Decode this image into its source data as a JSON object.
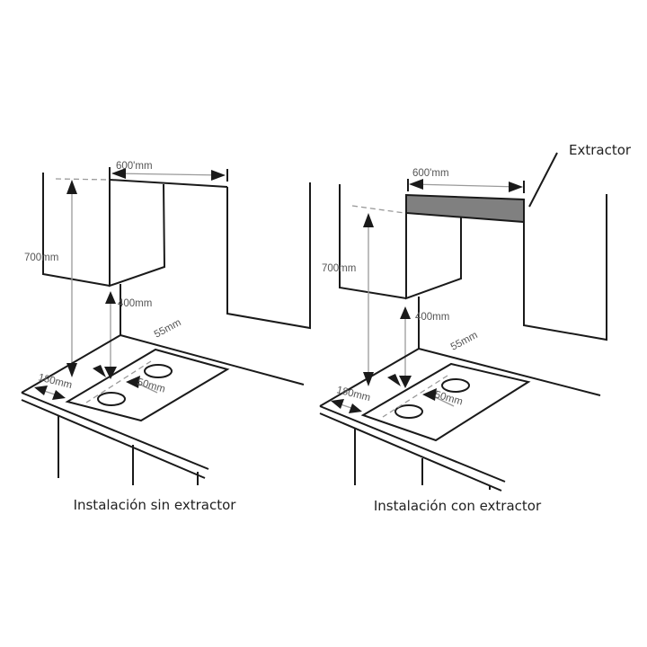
{
  "left_diagram": {
    "width_label": "600'mm",
    "height_label": "700mm",
    "clearance_label": "400mm",
    "depth_label": "55mm",
    "side_label": "180mm",
    "gap_label": "50mm",
    "caption": "Instalación sin extractor"
  },
  "right_diagram": {
    "width_label": "600'mm",
    "height_label": "700mm",
    "clearance_label": "400mm",
    "depth_label": "55mm",
    "side_label": "180mm",
    "gap_label": "50mm",
    "extractor_label": "Extractor",
    "extractor_color": "#808080",
    "caption": "Instalación con extractor"
  }
}
